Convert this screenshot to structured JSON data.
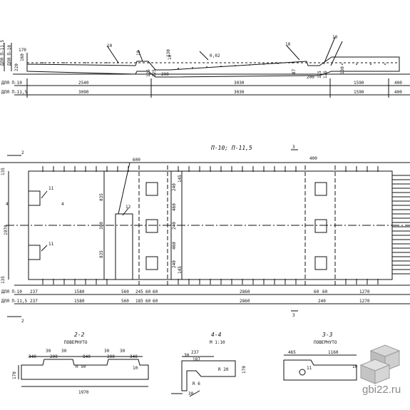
{
  "top_elevation": {
    "row_labels": [
      "ДЛЯ П-10",
      "ДЛЯ П-11,5"
    ],
    "row1_dims": [
      "2540",
      "3030",
      "1590",
      "400"
    ],
    "row2_dims": [
      "3090",
      "3030",
      "1590",
      "400"
    ],
    "side_labels": [
      "ДЛЯ П-11,5",
      "ДЛЯ П-10"
    ],
    "heights": [
      "220",
      "160",
      "170"
    ],
    "callouts": [
      "10",
      "10",
      "10",
      "10",
      "10"
    ],
    "slope_label": "0,02",
    "small_dims": [
      "125",
      "125",
      "200",
      "200",
      "125",
      "125",
      "87",
      "130",
      "130"
    ]
  },
  "plan": {
    "title": "П-10; П-11,5",
    "section_marks": [
      "2",
      "2",
      "3",
      "3",
      "4",
      "4"
    ],
    "top_dims": [
      "600",
      "400"
    ],
    "height_total": "1970",
    "height_parts": [
      "835",
      "300",
      "835"
    ],
    "edge_dims": [
      "135",
      "135"
    ],
    "insert_labels": [
      "11",
      "11",
      "12"
    ],
    "col_dims": [
      "240",
      "460",
      "240",
      "460",
      "240",
      "145",
      "145"
    ],
    "row_labels": [
      "ДЛЯ П-10",
      "ДЛЯ П-11,5"
    ],
    "row1_dims": [
      "237",
      "1580",
      "560",
      "245",
      "60",
      "60",
      "2860",
      "60",
      "60",
      "1270"
    ],
    "row2_dims": [
      "237",
      "1580",
      "560",
      "185",
      "60",
      "60",
      "2860",
      "240",
      "1270"
    ]
  },
  "sections": {
    "s22": {
      "title": "2-2",
      "subtitle": "ПОВЕРНУТО",
      "dims": [
        "30",
        "30",
        "30",
        "30",
        "340",
        "200",
        "840",
        "200",
        "340"
      ],
      "width": "1970",
      "height": "170",
      "radius": "R 50",
      "callout": "10"
    },
    "s44": {
      "title": "4-4",
      "subtitle": "М 1:10",
      "dims": [
        "237",
        "187",
        "30",
        "30",
        "R 20",
        "R 6"
      ],
      "height": "170"
    },
    "s33": {
      "title": "3-3",
      "subtitle": "ПОВЕРНУТО",
      "dims": [
        "465",
        "1160"
      ],
      "callouts": [
        "11",
        "10"
      ]
    }
  },
  "watermark": "gbi22.ru"
}
